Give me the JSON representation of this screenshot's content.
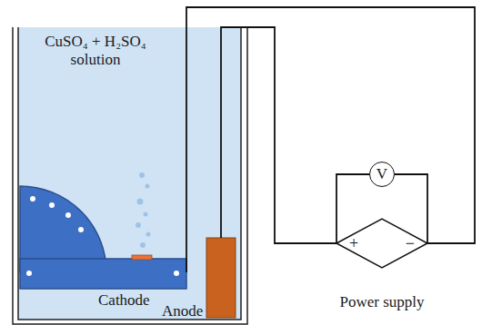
{
  "diagram": {
    "nodes": [
      {
        "text": [
          "V"
        ]
      },
      {
        "text": [
          "+",
          "−",
          "Power supply"
        ]
      }
    ],
    "edges": [
      {
        "from": 0,
        "to": 1,
        "arrow": "none"
      },
      {
        "from": 0,
        "to": 1,
        "arrow": "none"
      }
    ],
    "labels": [
      "CuSO₄ + H₂SO₄ solution",
      "Cathode",
      "Anode"
    ]
  }
}
